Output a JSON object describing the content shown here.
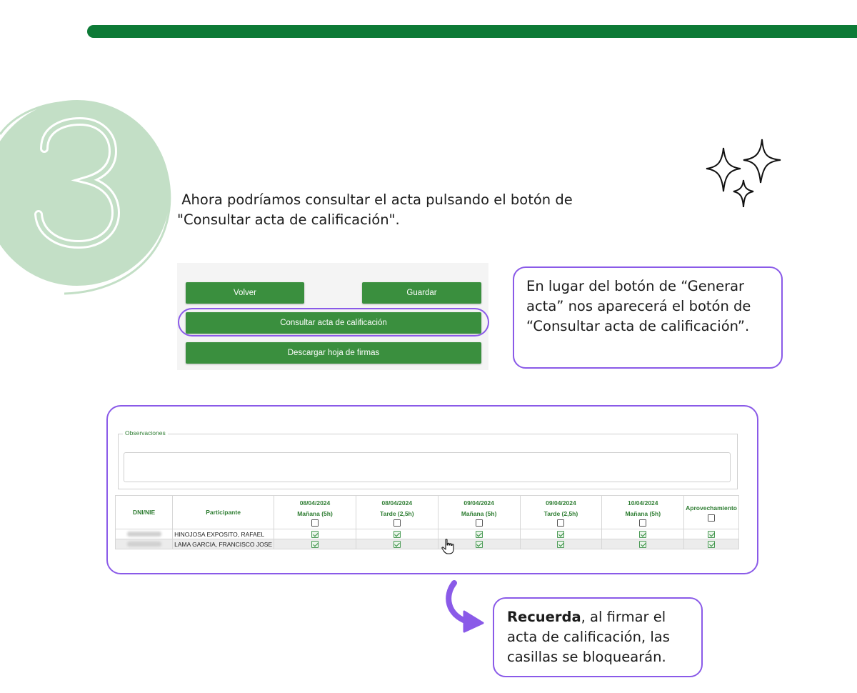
{
  "step": {
    "number": "3"
  },
  "intro": {
    "line1": " Ahora podríamos consultar el acta pulsando el botón de",
    "line2": "\"Consultar acta de calificación\"."
  },
  "buttons": {
    "volver": "Volver",
    "guardar": "Guardar",
    "consultar": "Consultar acta de calificación",
    "descargar": "Descargar hoja de firmas"
  },
  "callout_generar": {
    "text": "En lugar del botón de “Generar acta” nos aparecerá el botón de “Consultar acta de calificación”."
  },
  "observaciones": {
    "legend": "Observaciones"
  },
  "table": {
    "col_dni": "DNI/NIE",
    "col_participante": "Participante",
    "sessions": [
      {
        "date": "08/04/2024",
        "slot": "Mañana (5h)"
      },
      {
        "date": "08/04/2024",
        "slot": "Tarde (2,5h)"
      },
      {
        "date": "09/04/2024",
        "slot": "Mañana (5h)"
      },
      {
        "date": "09/04/2024",
        "slot": "Tarde (2,5h)"
      },
      {
        "date": "10/04/2024",
        "slot": "Mañana (5h)"
      }
    ],
    "col_aprovechamiento": "Aprovechamiento",
    "rows": [
      {
        "participante": "HINOJOSA EXPOSITO, RAFAEL"
      },
      {
        "participante": "LAMA GARCIA, FRANCISCO JOSE"
      }
    ]
  },
  "reminder": {
    "bold": "Recuerda",
    "rest": ", al firmar el acta de calificación, las casillas se bloquearán."
  },
  "colors": {
    "brand_green": "#0d7a36",
    "button_green": "#3a8f3e",
    "accent_purple": "#8a5ae8",
    "badge_green": "#c3dfc6"
  },
  "icons": {
    "sparkles": "sparkles-icon",
    "cursor": "hand-pointer-icon",
    "arrow": "curved-arrow-icon"
  }
}
